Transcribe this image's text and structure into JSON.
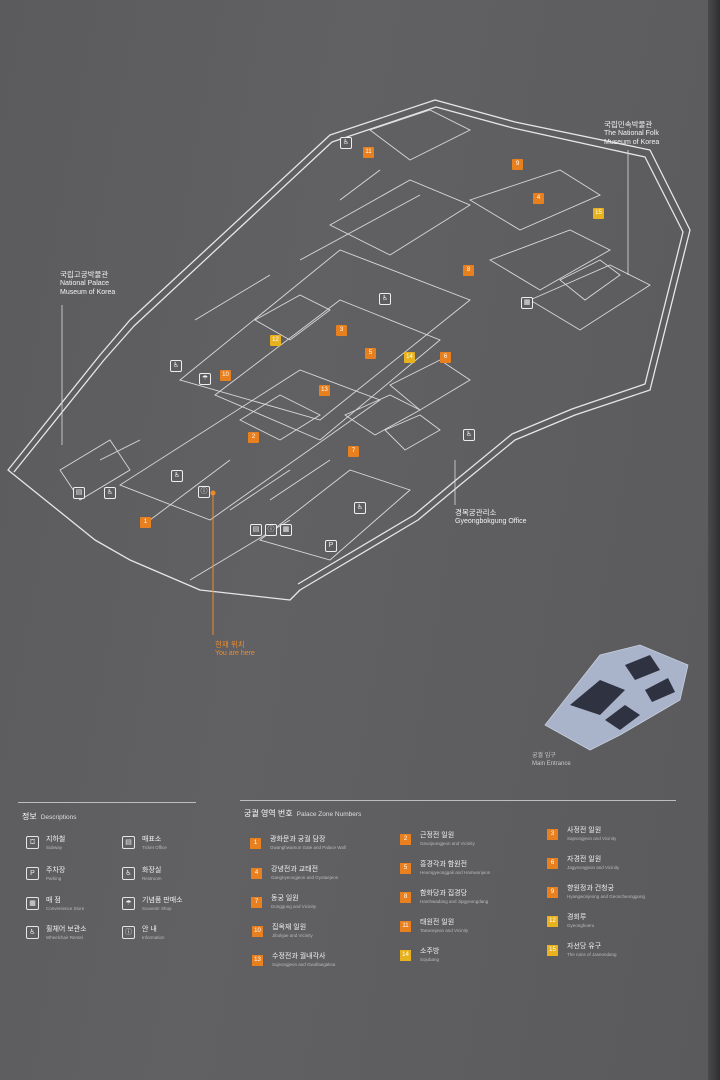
{
  "labels": {
    "folk_ko": "국립민속박물관",
    "folk_en_1": "The National Folk",
    "folk_en_2": "Museum of Korea",
    "palace_ko": "국립고궁박물관",
    "palace_en_1": "National Palace",
    "palace_en_2": "Museum of Korea",
    "office_ko": "경복궁관리소",
    "office_en": "Gyeongbokgung Office",
    "here_ko": "현재 위치",
    "here_en": "You are here",
    "inset_ko": "궁궐 입구",
    "inset_en": "Main Entrance"
  },
  "map_markers": [
    {
      "n": "11",
      "color": "orange"
    },
    {
      "n": "9",
      "color": "orange"
    },
    {
      "n": "4",
      "color": "orange"
    },
    {
      "n": "15",
      "color": "yellow"
    },
    {
      "n": "12",
      "color": "yellow"
    },
    {
      "n": "3",
      "color": "orange"
    },
    {
      "n": "8",
      "color": "orange"
    },
    {
      "n": "14",
      "color": "yellow"
    },
    {
      "n": "5",
      "color": "orange"
    },
    {
      "n": "10",
      "color": "orange"
    },
    {
      "n": "6",
      "color": "orange"
    },
    {
      "n": "2",
      "color": "orange"
    },
    {
      "n": "7",
      "color": "orange"
    },
    {
      "n": "1",
      "color": "orange"
    },
    {
      "n": "13",
      "color": "orange"
    }
  ],
  "legend": {
    "descriptions_ko": "정보",
    "descriptions_en": "Descriptions",
    "zones_ko": "궁궐 영역 번호",
    "zones_en": "Palace Zone Numbers",
    "desc_items": [
      {
        "icon": "subway-icon",
        "glyph": "⛋",
        "ko": "지하철",
        "en": "Subway"
      },
      {
        "icon": "ticket-icon",
        "glyph": "▤",
        "ko": "매표소",
        "en": "Ticket Office"
      },
      {
        "icon": "parking-icon",
        "glyph": "P",
        "ko": "주차장",
        "en": "Parking"
      },
      {
        "icon": "restroom-icon",
        "glyph": "♿",
        "ko": "화장실",
        "en": "Restroom"
      },
      {
        "icon": "store-icon",
        "glyph": "▦",
        "ko": "매 점",
        "en": "Convenience Store"
      },
      {
        "icon": "souvenir-icon",
        "glyph": "☂",
        "ko": "기념품 판매소",
        "en": "Souvenir Shop"
      },
      {
        "icon": "wheelchair-icon",
        "glyph": "♿",
        "ko": "휠체어 보관소",
        "en": "Wheelchair Rental"
      },
      {
        "icon": "info-icon",
        "glyph": "ⓘ",
        "ko": "안 내",
        "en": "Information"
      }
    ],
    "zone_items": [
      {
        "n": "1",
        "color": "orange",
        "ko": "광화문과 궁궐 담장",
        "en": "Gwanghwamun Gate and Palace Wall"
      },
      {
        "n": "2",
        "color": "orange",
        "ko": "근정전 일원",
        "en": "Geunjeongjeon and Vicinity"
      },
      {
        "n": "3",
        "color": "orange",
        "ko": "사정전 일원",
        "en": "Sajeongjeon and Vicinity"
      },
      {
        "n": "4",
        "color": "orange",
        "ko": "강녕전과 교태전",
        "en": "Gangnyeongjeon and Gyotaejeon"
      },
      {
        "n": "5",
        "color": "orange",
        "ko": "흥경각과 함원전",
        "en": "Heumgyeonggak and Hamwonjeon"
      },
      {
        "n": "6",
        "color": "orange",
        "ko": "자경전 일원",
        "en": "Jagyeongjeon and Vicinity"
      },
      {
        "n": "7",
        "color": "orange",
        "ko": "동궁 일원",
        "en": "Donggung and Vicinity"
      },
      {
        "n": "8",
        "color": "orange",
        "ko": "함화당과 집경당",
        "en": "Hamhwadang and Jipgyeongdang"
      },
      {
        "n": "9",
        "color": "orange",
        "ko": "향원정과 건청궁",
        "en": "Hyangwonjeong and Geoncheonggung"
      },
      {
        "n": "10",
        "color": "orange",
        "ko": "집옥재 일원",
        "en": "Jibokjae and Vicinity"
      },
      {
        "n": "11",
        "color": "orange",
        "ko": "태원전 일원",
        "en": "Taewonjeon and Vicinity"
      },
      {
        "n": "12",
        "color": "yellow",
        "ko": "경회루",
        "en": "Gyeonghoeru"
      },
      {
        "n": "13",
        "color": "orange",
        "ko": "수정전과 궐내각사",
        "en": "Sujeongjeon and Gwollaegaksa"
      },
      {
        "n": "14",
        "color": "yellow",
        "ko": "소주방",
        "en": "Sojubang"
      },
      {
        "n": "15",
        "color": "yellow",
        "ko": "자선당 유구",
        "en": "The ruins of Jaseondang"
      }
    ]
  }
}
